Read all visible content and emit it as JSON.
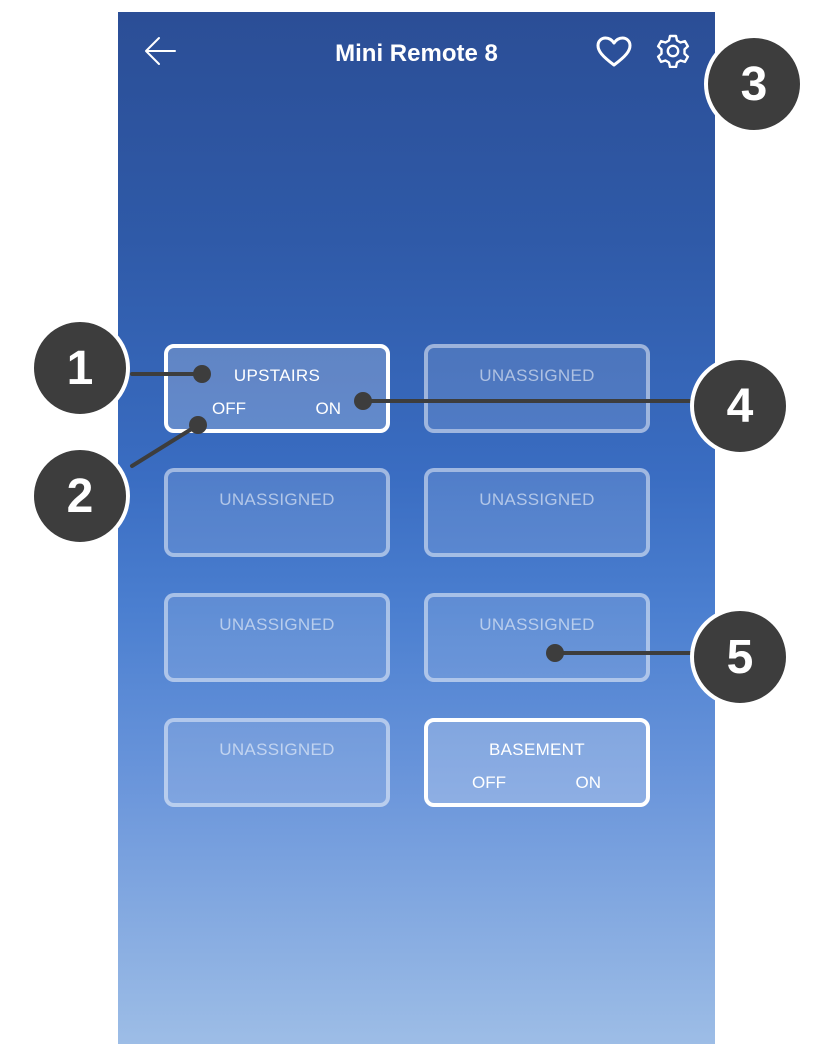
{
  "header": {
    "title": "Mini Remote 8",
    "back_icon": "arrow-left-icon",
    "favorite_icon": "heart-icon",
    "settings_icon": "gear-icon"
  },
  "buttons": [
    {
      "label": "UPSTAIRS",
      "assigned": true,
      "off_label": "OFF",
      "on_label": "ON"
    },
    {
      "label": "UNASSIGNED",
      "assigned": false
    },
    {
      "label": "UNASSIGNED",
      "assigned": false
    },
    {
      "label": "UNASSIGNED",
      "assigned": false
    },
    {
      "label": "UNASSIGNED",
      "assigned": false
    },
    {
      "label": "UNASSIGNED",
      "assigned": false
    },
    {
      "label": "UNASSIGNED",
      "assigned": false
    },
    {
      "label": "BASEMENT",
      "assigned": true,
      "off_label": "OFF",
      "on_label": "ON"
    }
  ],
  "callouts": [
    "1",
    "2",
    "3",
    "4",
    "5"
  ],
  "colors": {
    "callout": "#3d3d3d",
    "gradient_top": "#2b4e96",
    "gradient_bottom": "#9dbde6"
  }
}
